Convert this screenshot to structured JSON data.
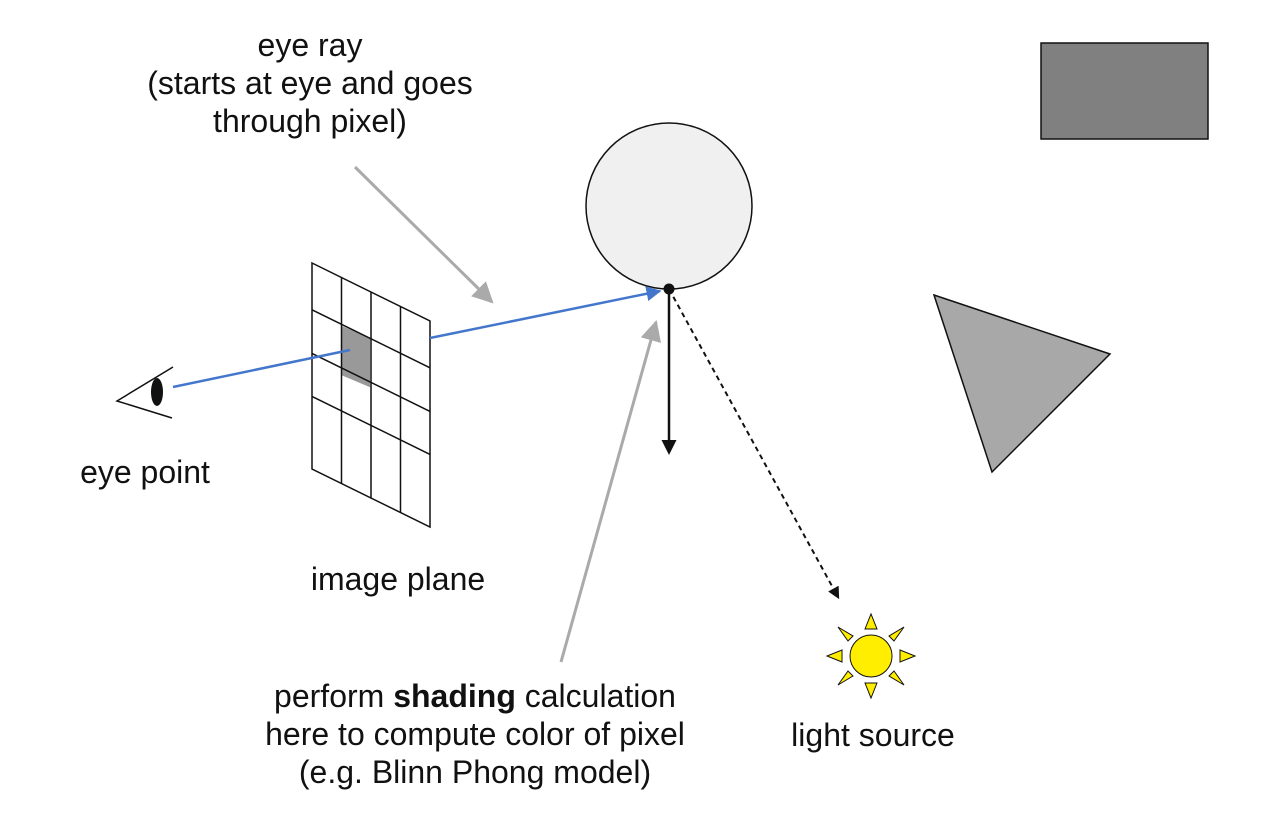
{
  "labels": {
    "eye_ray": {
      "line1": "eye ray",
      "line2": "(starts at eye and goes",
      "line3": "through pixel)"
    },
    "eye_point": "eye point",
    "image_plane": "image plane",
    "shading": {
      "line1_pre": "perform ",
      "line1_bold": "shading",
      "line1_post": " calculation",
      "line2": "here to compute color of pixel",
      "line3": "(e.g. Blinn Phong model)"
    },
    "light_source": "light source"
  },
  "colors": {
    "ray": "#4477cc",
    "pointer_arrow": "#aaaaaa",
    "sphere_fill": "#f0f0f0",
    "rect_fill": "#808080",
    "triangle_fill": "#a8a8a8",
    "pixel_fill": "#999999",
    "sun_fill": "#ffee00",
    "stroke": "#111111"
  }
}
